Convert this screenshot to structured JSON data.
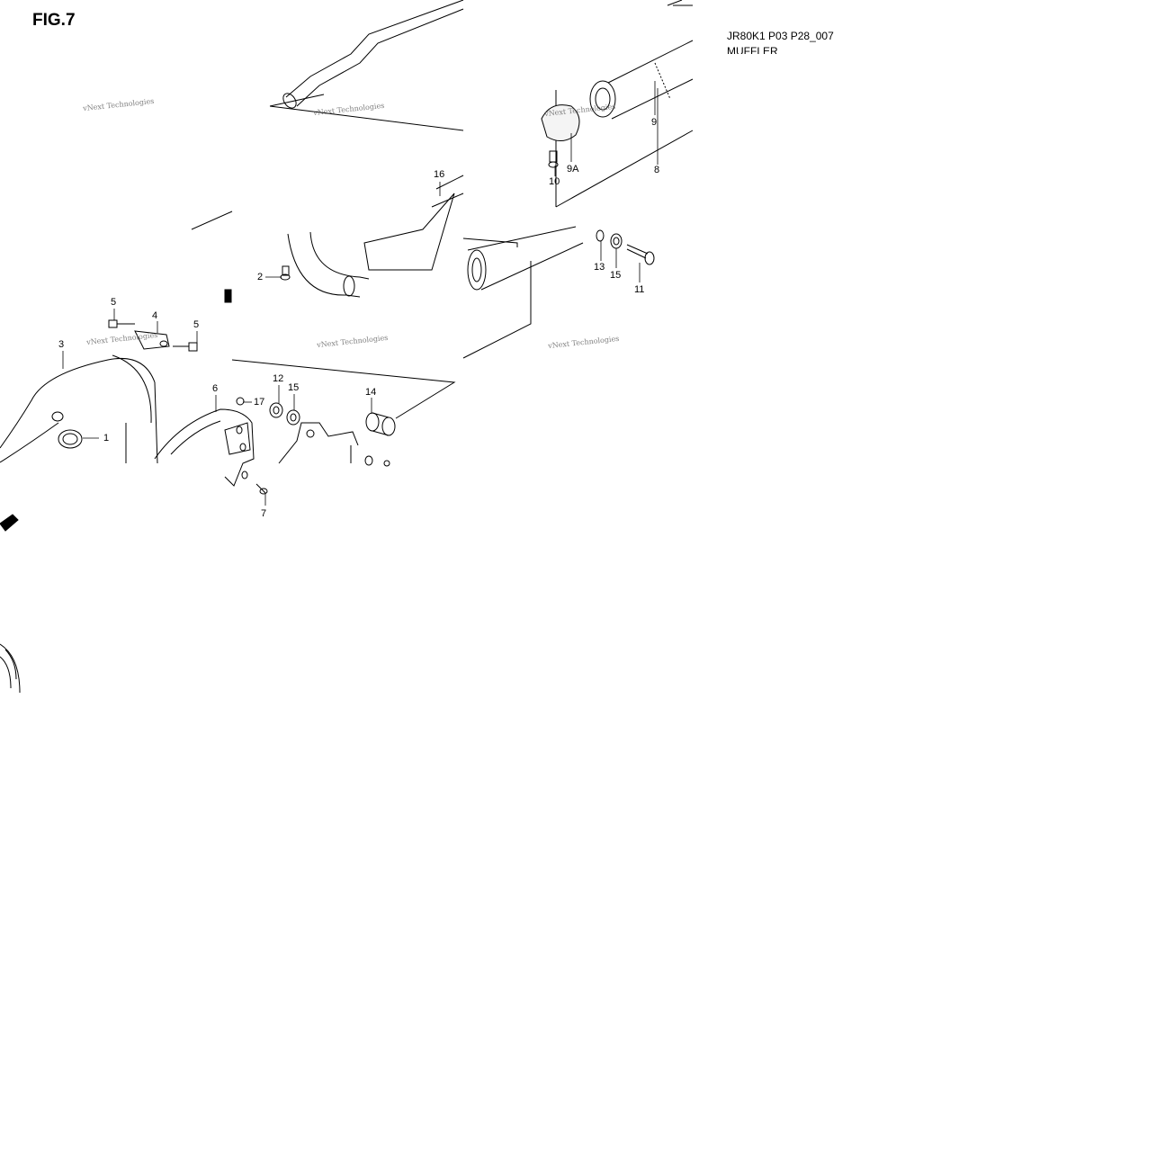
{
  "figure_title": "FIG.7",
  "diagram_code": "JR80K1 P03 P28_007",
  "diagram_name": "MUFFLER",
  "watermark_text": "vNext Technologies",
  "callouts": {
    "c1": "1",
    "c2": "2",
    "c3": "3",
    "c4": "4",
    "c5a": "5",
    "c5b": "5",
    "c6": "6",
    "c7": "7",
    "c8": "8",
    "c9": "9",
    "c9a": "9A",
    "c10": "10",
    "c11": "11",
    "c12": "12",
    "c13": "13",
    "c14": "14",
    "c15a": "15",
    "c15b": "15",
    "c16": "16",
    "c17": "17"
  },
  "colors": {
    "line": "#000000",
    "fill_light": "#d9d9d9",
    "background": "#ffffff",
    "watermark": "#555555"
  }
}
